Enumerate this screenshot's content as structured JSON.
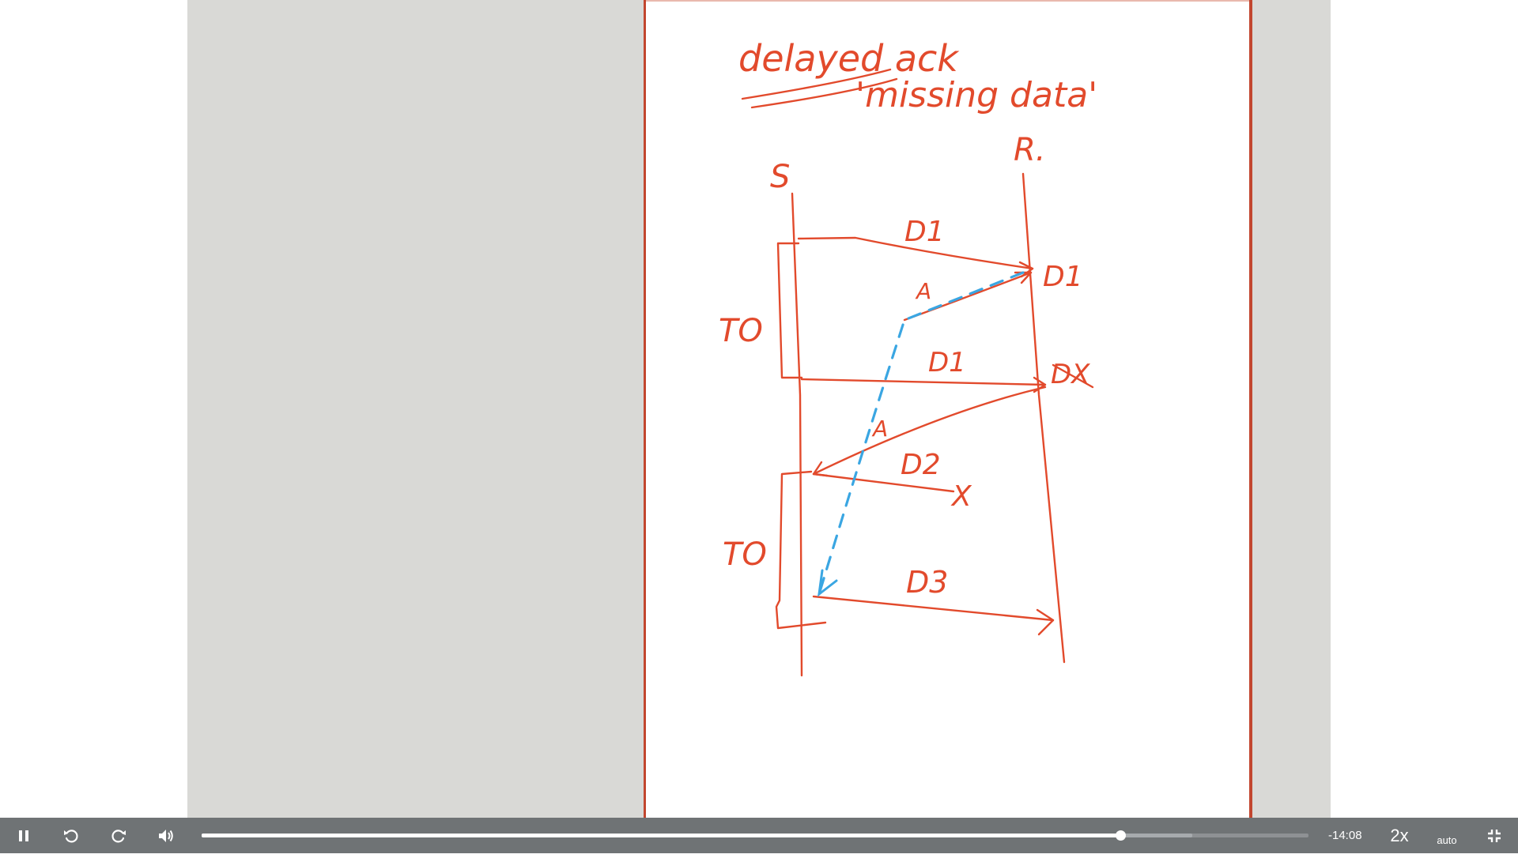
{
  "whiteboard": {
    "title": "delayed ack",
    "subtitle": "'missing data'",
    "sender_label": "S",
    "receiver_label": "R.",
    "timeout_label_1": "TO",
    "timeout_label_2": "TO",
    "msg_d1_first": "D1",
    "msg_d1_received": "D1",
    "msg_ack_1": "A",
    "msg_d1_second": "D1",
    "msg_d1_discarded": "DX",
    "msg_ack_2": "A",
    "msg_d2": "D2",
    "msg_d2_lost_mark": "X",
    "msg_d3": "D3",
    "colors": {
      "ink": "#e24a2c",
      "delayed_ack": "#3aa6e2"
    }
  },
  "player": {
    "progress_fraction": 0.83,
    "buffered_fraction": 0.895,
    "time_remaining": "-14:08",
    "playback_speed": "2x",
    "quality": "auto",
    "icons": {
      "play_pause": "pause-icon",
      "rewind": "rewind-icon",
      "forward": "forward-icon",
      "volume": "volume-icon",
      "fullscreen": "exit-fullscreen-icon"
    }
  }
}
